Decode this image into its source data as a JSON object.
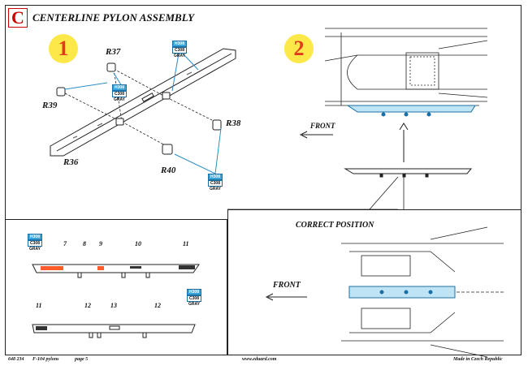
{
  "header": {
    "section_letter": "C",
    "title": "CENTERLINE PYLON ASSEMBLY"
  },
  "steps": [
    {
      "number": "1"
    },
    {
      "number": "2"
    }
  ],
  "step1": {
    "parts": [
      "R37",
      "R39",
      "R38",
      "R40",
      "R36"
    ],
    "paint_callouts": [
      {
        "top": "H308",
        "middle": "C308",
        "bottom": "GRAY"
      },
      {
        "top": "H308",
        "middle": "C308",
        "bottom": "GRAY"
      },
      {
        "top": "H308",
        "middle": "C308",
        "bottom": "GRAY"
      }
    ]
  },
  "step2": {
    "direction_label": "FRONT"
  },
  "correct_position": {
    "title": "CORRECT POSITION",
    "direction_label": "FRONT"
  },
  "decal_panel": {
    "paint_callouts": [
      {
        "top": "H308",
        "middle": "C308",
        "bottom": "GRAY"
      },
      {
        "top": "H308",
        "middle": "C308",
        "bottom": "GRAY"
      }
    ],
    "upper_numbers": [
      "7",
      "8",
      "9",
      "10",
      "11"
    ],
    "lower_numbers": [
      "11",
      "12",
      "13",
      "12"
    ]
  },
  "colors": {
    "accent_red": "#cc0000",
    "step_yellow": "#fde84a",
    "paint_blue": "#3aa6d8",
    "decal_orange": "#ff5a2a"
  },
  "footer": {
    "catalog": "648 234",
    "product": "F-104 pylons",
    "page": "page 5",
    "website": "www.eduard.com",
    "origin": "Made in Czech Republic"
  }
}
